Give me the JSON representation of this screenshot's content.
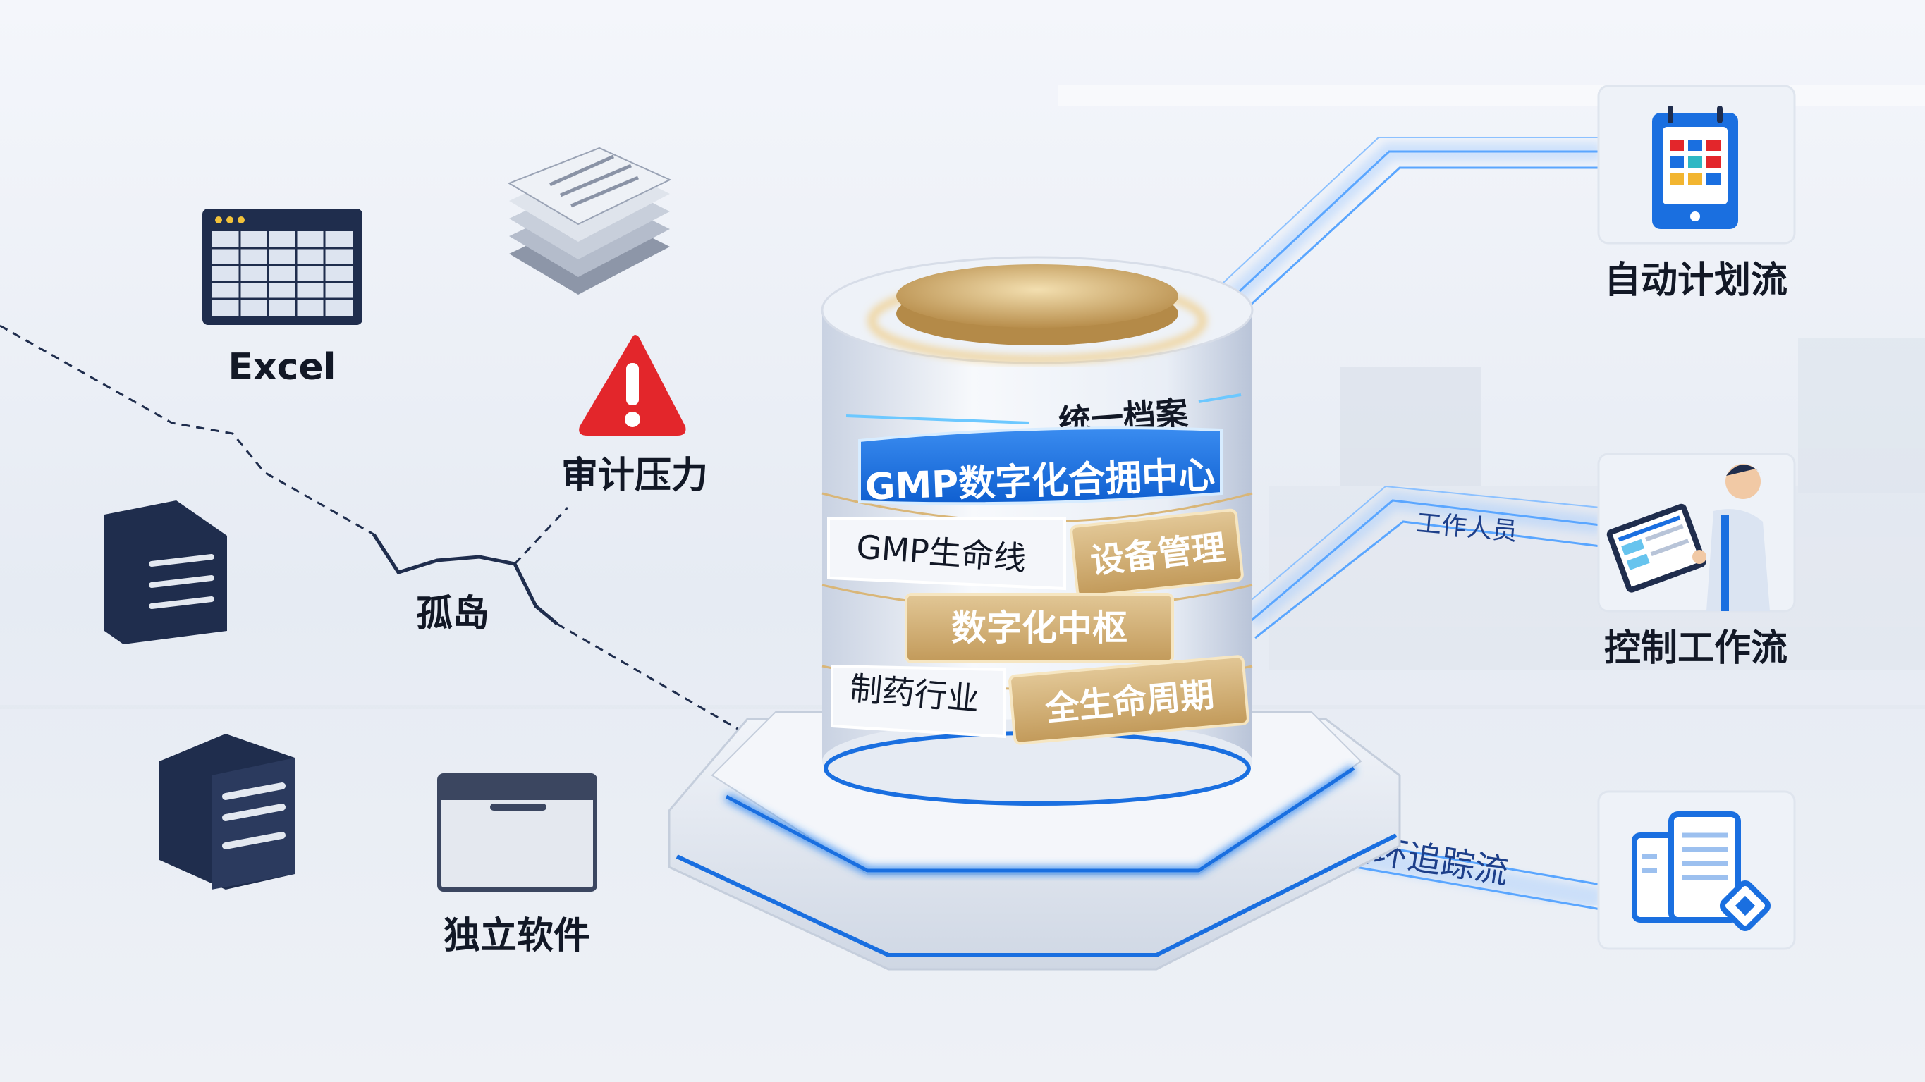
{
  "left_silos": {
    "excel_label": "Excel",
    "audit_label": "审计压力",
    "island_label": "孤岛",
    "software_label": "独立软件"
  },
  "core_cylinder": {
    "top_label": "统一档案",
    "main_band": "GMP数字化合拥中心",
    "lifeline": "GMP生命线",
    "equipment": "设备管理",
    "hub": "数字化中枢",
    "industry": "制药行业",
    "lifecycle": "全生命周期"
  },
  "flows": {
    "staff_label": "工作人员",
    "tracking_label": "闭环追踪流"
  },
  "right_cards": [
    {
      "label": "自动计划流",
      "icon": "calendar-icon"
    },
    {
      "label": "控制工作流",
      "icon": "worker-tablet-icon"
    },
    {
      "label": "",
      "icon": "document-diamond-icon"
    }
  ],
  "colors": {
    "accent_blue": "#1a6fe0",
    "gold": "#c9a567",
    "navy": "#1f2d4d",
    "alert_red": "#e3262b"
  }
}
